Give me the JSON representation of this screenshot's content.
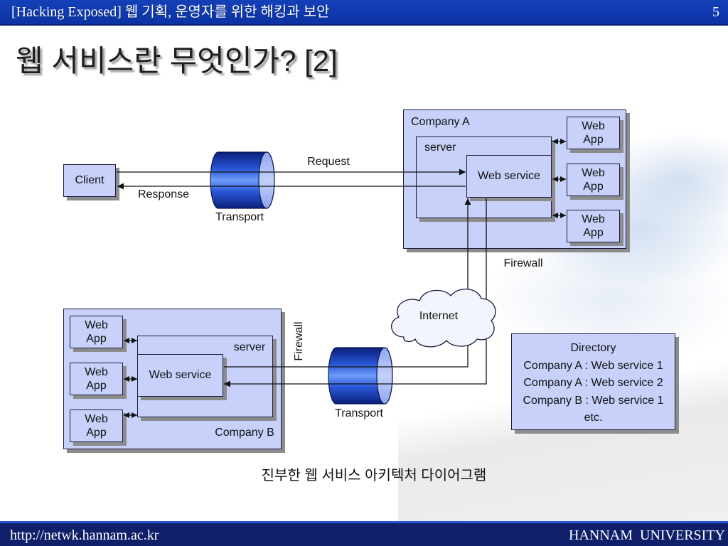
{
  "header": {
    "title": "[Hacking Exposed] 웹 기획, 운영자를 위한 해킹과 보안",
    "page_number": "5"
  },
  "slide": {
    "title": "웹 서비스란 무엇인가? [2]",
    "caption": "진부한 웹 서비스 아키텍처 다이어그램"
  },
  "diagram": {
    "client": "Client",
    "request": "Request",
    "response": "Response",
    "transport_top": "Transport",
    "transport_bottom": "Transport",
    "company_a": {
      "label": "Company A",
      "server": "server",
      "web_service": "Web service",
      "web_apps": [
        "Web\nApp",
        "Web\nApp",
        "Web\nApp"
      ]
    },
    "firewall_a": "Firewall",
    "internet": "Internet",
    "company_b": {
      "label": "Company B",
      "server": "server",
      "web_service": "Web service",
      "web_apps": [
        "Web\nApp",
        "Web\nApp",
        "Web\nApp"
      ]
    },
    "firewall_b": "Firewall",
    "directory": {
      "title": "Directory",
      "entries": [
        "Company A : Web service 1",
        "Company A : Web service 2",
        "Company B : Web service 1",
        "etc."
      ]
    }
  },
  "footer": {
    "url": "http://netwk.hannam.ac.kr",
    "university": "HANNAM  UNIVERSITY"
  },
  "colors": {
    "header_bar": "#0b33a3",
    "footer_bar": "#0f1f6a",
    "box_fill": "#c7d1f9",
    "box_border": "#1b1b3f",
    "box_shadow": "#8c8c8c",
    "cylinder_blue": "#2a58d8",
    "cloud_fill": "#f3f5fc"
  }
}
